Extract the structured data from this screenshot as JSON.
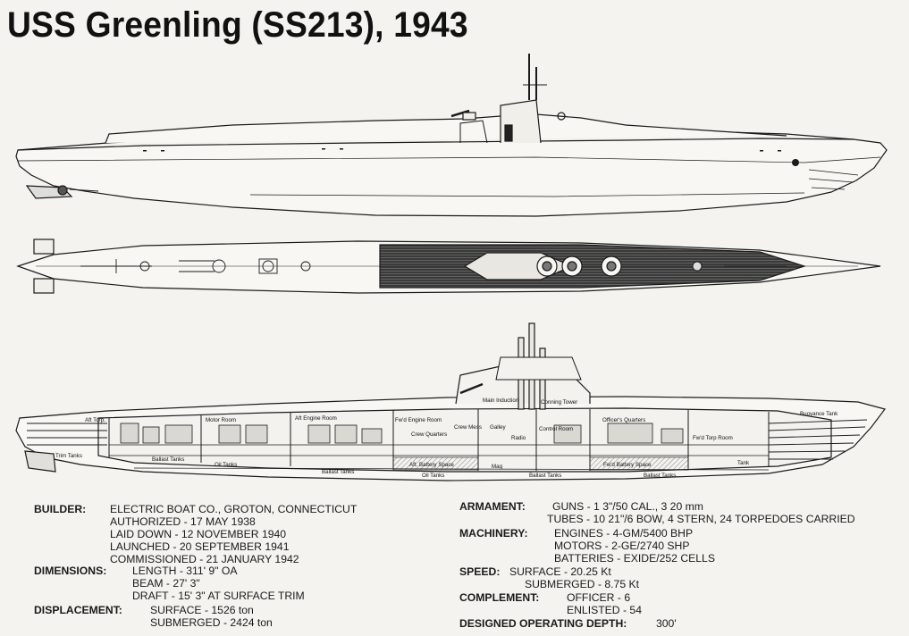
{
  "title": "USS Greenling (SS213), 1943",
  "compartments": {
    "aft_torp": "Aft Torp.",
    "motor_room": "Motor Room",
    "aft_engine_room": "Aft Engine Room",
    "fwd_engine_room": "Fw'd Engine Room",
    "crew_quarters": "Crew Quarters",
    "crew_mess": "Crew Mess",
    "galley": "Galley",
    "main_induction": "Main Induction",
    "conning_tower": "Conning Tower",
    "radio": "Radio",
    "control_room": "Control Room",
    "officers_quarters": "Officer's Quarters",
    "fwd_torp_room": "Fw'd Torp Room",
    "buoyance_tank": "Buoyance Tank",
    "tank": "Tank",
    "trim_tanks": "Trim Tanks",
    "ballast_tanks": "Ballast Tanks",
    "oil_tanks": "Oil Tanks",
    "aft_battery_space": "Aft. Battery Space",
    "fwd_battery_space": "Fw'd Battery Space",
    "mag": "Mag"
  },
  "specs": {
    "builder": {
      "label": "BUILDER:",
      "value": "ELECTRIC BOAT CO., GROTON, CONNECTICUT",
      "lines": [
        "AUTHORIZED - 17 MAY 1938",
        "LAID DOWN - 12 NOVEMBER 1940",
        "LAUNCHED - 20 SEPTEMBER 1941",
        "COMMISSIONED - 21 JANUARY 1942"
      ]
    },
    "dimensions": {
      "label": "DIMENSIONS:",
      "value": "LENGTH - 311' 9\" OA",
      "lines": [
        "BEAM - 27' 3\"",
        "DRAFT - 15' 3\" AT SURFACE TRIM"
      ]
    },
    "displacement": {
      "label": "DISPLACEMENT:",
      "value": "SURFACE - 1526 ton",
      "lines": [
        "SUBMERGED - 2424 ton"
      ]
    },
    "armament": {
      "label": "ARMAMENT:",
      "value": "GUNS - 1  3\"/50 CAL.,  3  20 mm",
      "lines": [
        "TUBES - 10 21\"/6 BOW, 4 STERN, 24 TORPEDOES CARRIED"
      ]
    },
    "machinery": {
      "label": "MACHINERY:",
      "value": "ENGINES - 4-GM/5400 BHP",
      "lines": [
        "MOTORS - 2-GE/2740 SHP",
        "BATTERIES - EXIDE/252 CELLS"
      ]
    },
    "speed": {
      "label": "SPEED:",
      "value": "SURFACE - 20.25 Kt",
      "lines": [
        "SUBMERGED - 8.75 Kt"
      ]
    },
    "complement": {
      "label": "COMPLEMENT:",
      "value": "OFFICER - 6",
      "lines": [
        "ENLISTED - 54"
      ]
    },
    "depth": {
      "label": "DESIGNED OPERATING DEPTH:",
      "value": "300'"
    }
  }
}
